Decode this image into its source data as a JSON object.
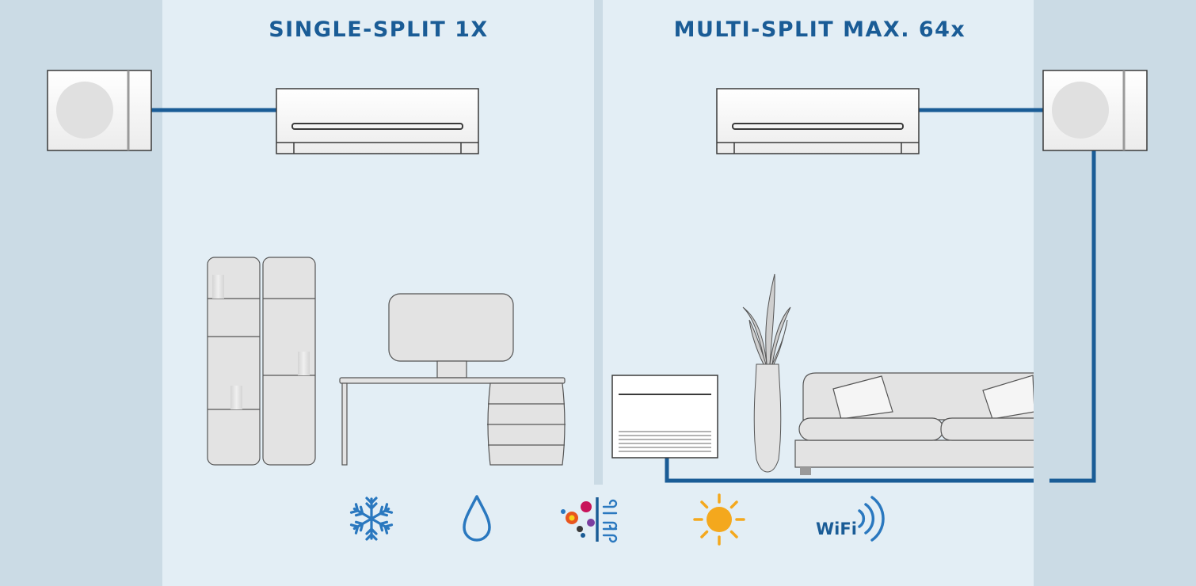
{
  "titles": {
    "single_split": "SINGLE-SPLIT 1X",
    "multi_split": "MULTI-SPLIT MAX. 64x"
  },
  "feature_icons": [
    {
      "icon": "snowflake-icon"
    },
    {
      "icon": "water-drop-icon"
    },
    {
      "icon": "air-filter-icon"
    },
    {
      "icon": "sun-icon"
    },
    {
      "icon": "wifi-icon",
      "label": "WiFi"
    }
  ],
  "colors": {
    "pipe_blue": "#1a5c96",
    "icon_blue": "#2a78bf",
    "sun_orange": "#f4a81d",
    "wall": "#cbdbe5",
    "room": "#e3eef5"
  }
}
